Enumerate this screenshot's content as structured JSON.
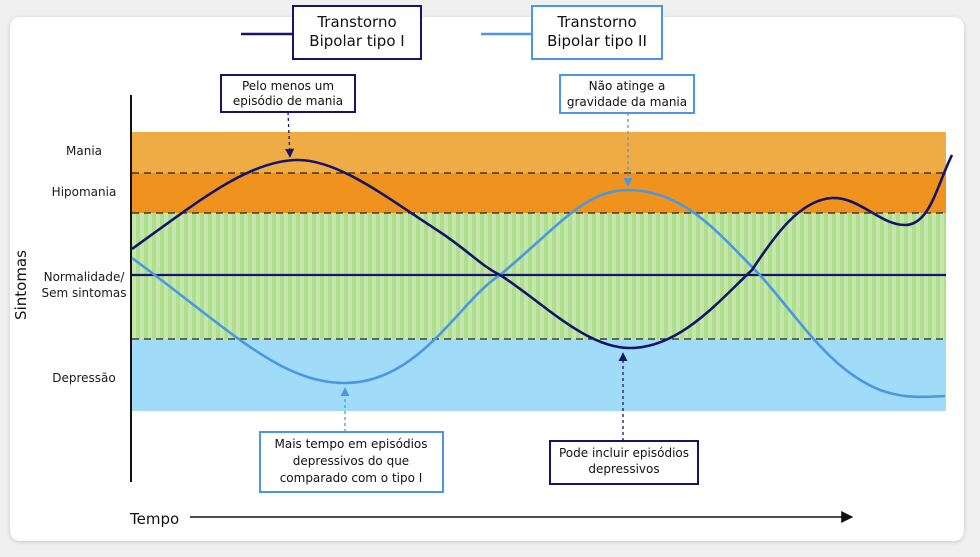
{
  "legend": {
    "type1": {
      "line1": "Transtorno",
      "line2": "Bipolar tipo I"
    },
    "type2": {
      "line1": "Transtorno",
      "line2": "Bipolar tipo II"
    }
  },
  "axes": {
    "y_title": "Sintomas",
    "x_title": "Tempo"
  },
  "zones": {
    "mania": "Mania",
    "hipomania": "Hipomania",
    "normal_line1": "Normalidade/",
    "normal_line2": "Sem sintomas",
    "depressao": "Depressão"
  },
  "annotations": {
    "top_left": {
      "line1": "Pelo menos um",
      "line2": "episódio de mania"
    },
    "top_right": {
      "line1": "Não atinge a",
      "line2": "gravidade da mania"
    },
    "bottom_left": {
      "line1": "Mais tempo em episódios",
      "line2": "depressivos do que",
      "line3": "comparado com o tipo I"
    },
    "bottom_right": {
      "line1": "Pode incluir episódios",
      "line2": "depressivos"
    }
  },
  "colors": {
    "type1": "#15146b",
    "type2": "#4a97e3",
    "mania": "#f0ac44",
    "hipomania": "#f0921e",
    "normal_green": "#b8e09c",
    "depression": "#a0dcf7"
  }
}
